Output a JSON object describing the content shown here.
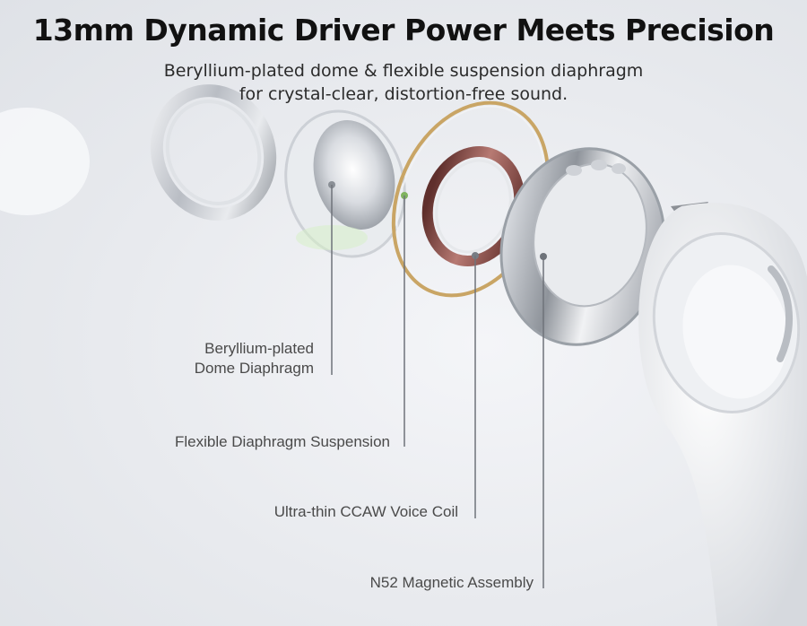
{
  "header": {
    "title": "13mm Dynamic Driver Power Meets Precision",
    "subtitle_line1": "Beryllium-plated dome & flexible suspension diaphragm",
    "subtitle_line2": "for crystal-clear, distortion-free sound."
  },
  "callouts": {
    "dome_line1": "Beryllium-plated",
    "dome_line2": "Dome Diaphragm",
    "suspension": "Flexible Diaphragm Suspension",
    "voice_coil": "Ultra-thin CCAW Voice Coil",
    "magnet": "N52 Magnetic Assembly"
  },
  "colors": {
    "background": "#eceef2",
    "title": "#111111",
    "label": "#4a4a4a",
    "suspension_ring": "#c9a565",
    "voice_coil": "#8e4f4a",
    "metal": "#bfc3c9"
  }
}
